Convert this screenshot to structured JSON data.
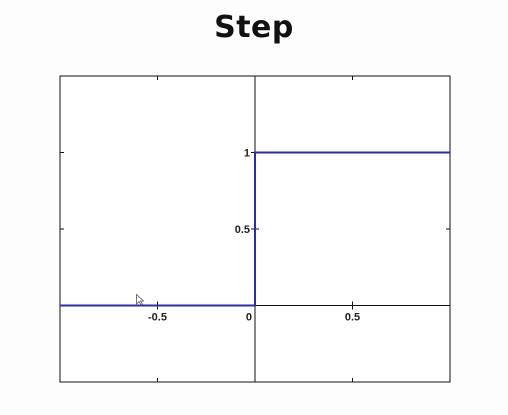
{
  "chart_data": {
    "type": "line",
    "title": "Step",
    "xlabel": "",
    "ylabel": "",
    "xlim": [
      -1,
      1
    ],
    "ylim": [
      -0.5,
      1.5
    ],
    "x_ticks": [
      -0.5,
      0,
      0.5
    ],
    "x_tick_labels": [
      "-0.5",
      "0",
      "0.5"
    ],
    "y_ticks": [
      0.5,
      1
    ],
    "y_tick_labels": [
      "0.5",
      "1"
    ],
    "grid": false,
    "axes_through_origin": true,
    "series": [
      {
        "color": "#2b2bb8",
        "x": [
          -1,
          0,
          0,
          1
        ],
        "y": [
          0,
          0,
          1,
          1
        ]
      }
    ]
  },
  "colors": {
    "line": "#2b2bb8",
    "axes": "#111111",
    "background": "#fdfdfd"
  },
  "icons": {
    "cursor": "mouse-pointer-icon"
  }
}
